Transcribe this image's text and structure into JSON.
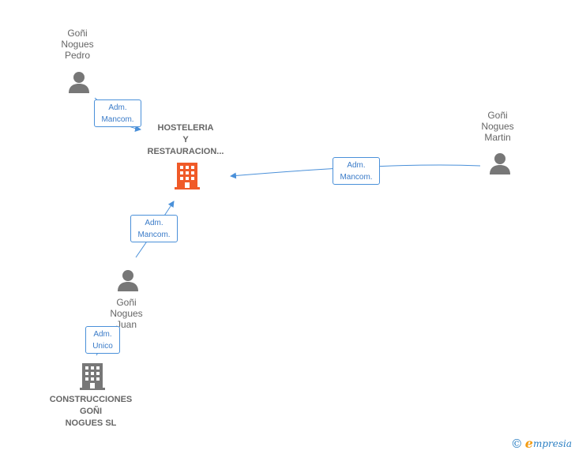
{
  "nodes": {
    "pedro": {
      "label": "Goñi\nNogues\nPedro"
    },
    "martin": {
      "label": "Goñi\nNogues\nMartin"
    },
    "juan": {
      "label": "Goñi\nNogues\nJuan"
    },
    "hosteleria": {
      "label": "HOSTELERIA\nY\nRESTAURACION..."
    },
    "construcciones": {
      "label": "CONSTRUCCIONES\nGOÑI\nNOGUES  SL"
    }
  },
  "edges": {
    "pedro_hosteleria": {
      "label": "Adm.\nMancom."
    },
    "martin_hosteleria": {
      "label": "Adm.\nMancom."
    },
    "juan_hosteleria": {
      "label": "Adm.\nMancom."
    },
    "juan_construcciones": {
      "label": "Adm.\nUnico"
    }
  },
  "colors": {
    "edge": "#4a90d9",
    "person_icon": "#777777",
    "company_main": "#f05a28",
    "company_other": "#777777"
  },
  "footer": {
    "copyright": "©",
    "brand_initial": "e",
    "brand_rest": "mpresia"
  }
}
